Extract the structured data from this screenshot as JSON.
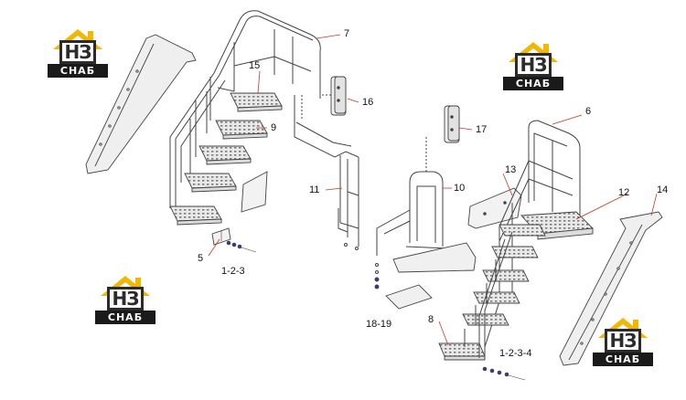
{
  "logos": [
    {
      "mark": "НЗ",
      "text": "СНАБ"
    },
    {
      "mark": "НЗ",
      "text": "СНАБ"
    },
    {
      "mark": "НЗ",
      "text": "СНАБ"
    },
    {
      "mark": "НЗ",
      "text": "СНАБ"
    }
  ],
  "callouts": {
    "c7": "7",
    "c15": "15",
    "c16": "16",
    "c9": "9",
    "c11": "11",
    "c5": "5",
    "c123": "1-2-3",
    "c6": "6",
    "c17": "17",
    "c13": "13",
    "c10": "10",
    "c12": "12",
    "c14": "14",
    "c1819": "18-19",
    "c8": "8",
    "c1234": "1-2-3-4"
  },
  "colors": {
    "line": "#444444",
    "leader": "#c0392b",
    "logo_accent": "#f2b705",
    "logo_dark": "#1a1a1a",
    "part_fill": "#ededed"
  }
}
